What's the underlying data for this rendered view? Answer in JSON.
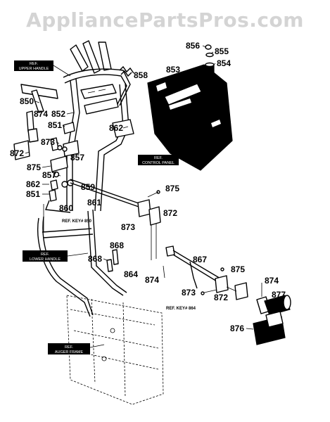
{
  "watermark": "AppliancePartsPros.com",
  "parts": {
    "p856": "856",
    "p855": "855",
    "p854": "854",
    "p853": "853",
    "p858": "858",
    "p850": "850",
    "p874a": "874",
    "p852": "852",
    "p851a": "851",
    "p862a": "862",
    "p873a": "873",
    "p872a": "872",
    "p857a": "857",
    "p875a": "875",
    "p857b": "857",
    "p862b": "862",
    "p859": "859",
    "p851b": "851",
    "p861": "861",
    "p860": "860",
    "p875b": "875",
    "p872b": "872",
    "p873b": "873",
    "p868a": "868",
    "p868b": "868",
    "p864": "864",
    "p874b": "874",
    "p867": "867",
    "p875c": "875",
    "p874c": "874",
    "p873c": "873",
    "p872c": "872",
    "p877": "877",
    "p876": "876"
  },
  "refs": {
    "ref850": "REF. KEY# 850",
    "ref864": "REF. KEY# 864",
    "upper_handle": [
      "REF.",
      "UPPER HANDLE"
    ],
    "control_panel": [
      "REF.",
      "CONTROL PANEL"
    ],
    "lower_handle": [
      "REF.",
      "LOWER HANDLE"
    ],
    "auger_frame": [
      "REF.",
      "AUGER FRAME"
    ]
  }
}
